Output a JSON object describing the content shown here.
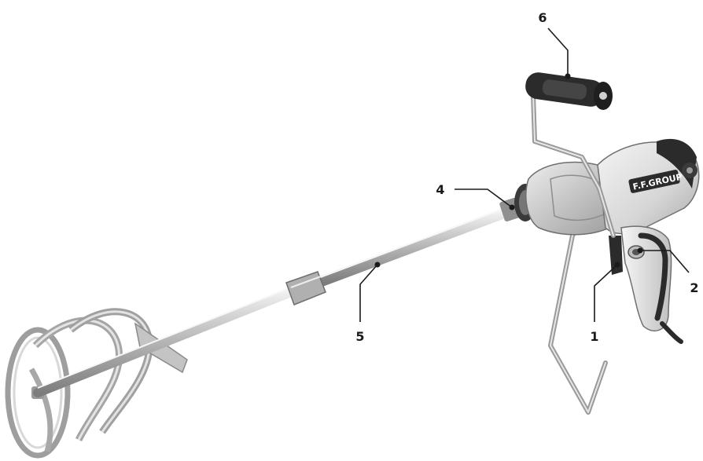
{
  "brand": {
    "logo_text": "F.F.GROUP"
  },
  "callouts": [
    {
      "id": "1",
      "label": "1"
    },
    {
      "id": "2",
      "label": "2"
    },
    {
      "id": "4",
      "label": "4"
    },
    {
      "id": "5",
      "label": "5"
    },
    {
      "id": "6",
      "label": "6"
    }
  ],
  "colors": {
    "body_light": "#e6e6e6",
    "body_mid": "#bdbdbd",
    "body_dark": "#2b2b2b",
    "metal": "#c9c9c9",
    "ink": "#1a1a1a"
  }
}
